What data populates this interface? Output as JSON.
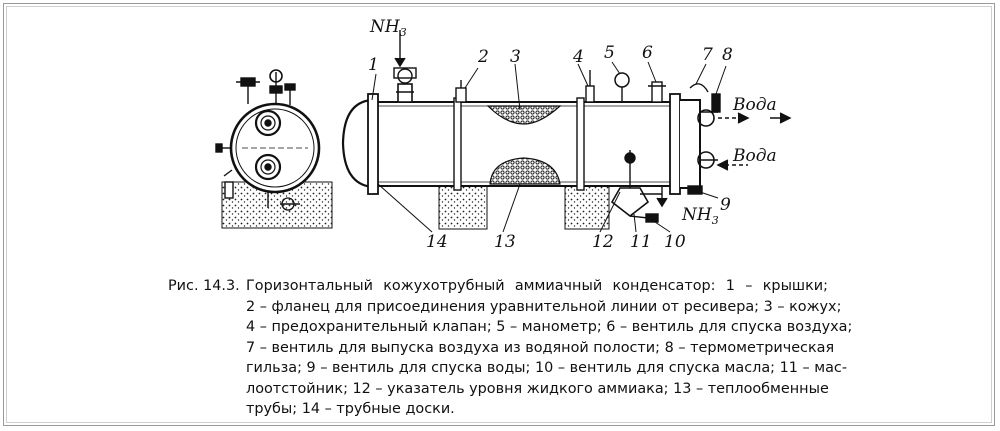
{
  "figure": {
    "flow_labels": {
      "nh3_in": "NH",
      "nh3_in_sub": "3",
      "nh3_out": "NH",
      "nh3_out_sub": "3",
      "water_1": "Вода",
      "water_2": "Вода"
    },
    "callouts": [
      "1",
      "2",
      "3",
      "4",
      "5",
      "6",
      "7",
      "8",
      "9",
      "10",
      "11",
      "12",
      "13",
      "14"
    ]
  },
  "caption": {
    "fig_label": "Рис. 14.3.",
    "lines": [
      "Горизонтальный кожухотрубный аммиачный конденсатор: 1 – крышки;",
      "2 – фланец для присоединения уравнительной линии от ресивера; 3 – кожух;",
      "4 – предохранительный клапан; 5 – манометр; 6 – вентиль для спуска воздуха;",
      "7 – вентиль для выпуска воздуха из водяной полости; 8 – термометрическая",
      "гильза; 9 – вентиль для спуска воды; 10 – вентиль для спуска масла; 11 – мас-",
      "лоотстойник; 12 – указатель уровня жидкого аммиака; 13 – теплообменные",
      "трубы; 14 – трубные доски."
    ]
  }
}
